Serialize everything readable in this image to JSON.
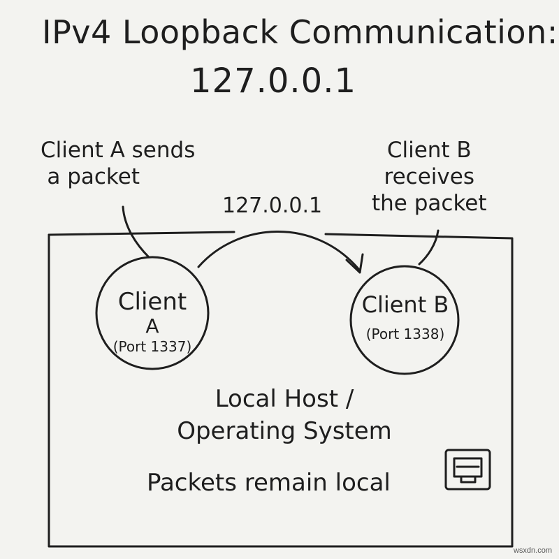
{
  "title": "IPv4 Loopback Communication:",
  "subtitle": "127.0.0.1",
  "client_a": {
    "caption_line1": "Client A sends",
    "caption_line2": "a packet",
    "name_line1": "Client",
    "name_line2": "A",
    "port": "(Port 1337)"
  },
  "client_b": {
    "caption_line1": "Client B",
    "caption_line2": "receives",
    "caption_line3": "the packet",
    "name": "Client B",
    "port": "(Port 1338)"
  },
  "arrow_label": "127.0.0.1",
  "box": {
    "title_line1": "Local Host /",
    "title_line2": "Operating System",
    "footer": "Packets remain local",
    "icon": "network-port-icon"
  },
  "watermark": "wsxdn.com"
}
